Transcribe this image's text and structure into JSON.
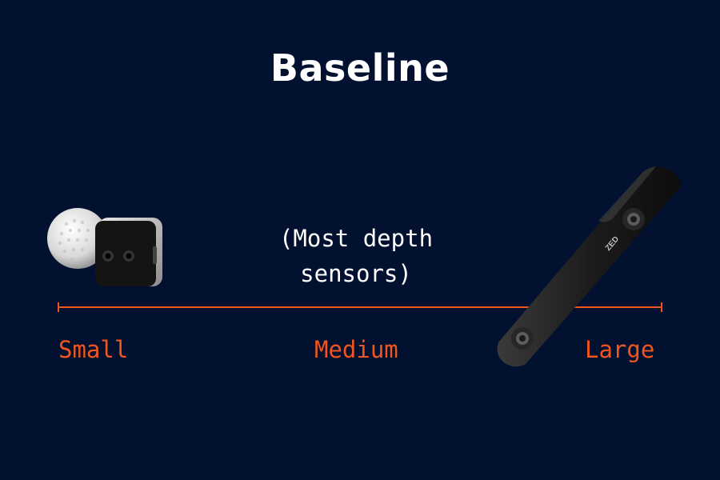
{
  "title": "Baseline",
  "note": {
    "line1": "(Most depth",
    "line2": "sensors)"
  },
  "scale": {
    "small": "Small",
    "medium": "Medium",
    "large": "Large"
  },
  "camera_brand": "ZED",
  "colors": {
    "background": "#021130",
    "accent": "#f0561d",
    "text": "#ffffff"
  }
}
